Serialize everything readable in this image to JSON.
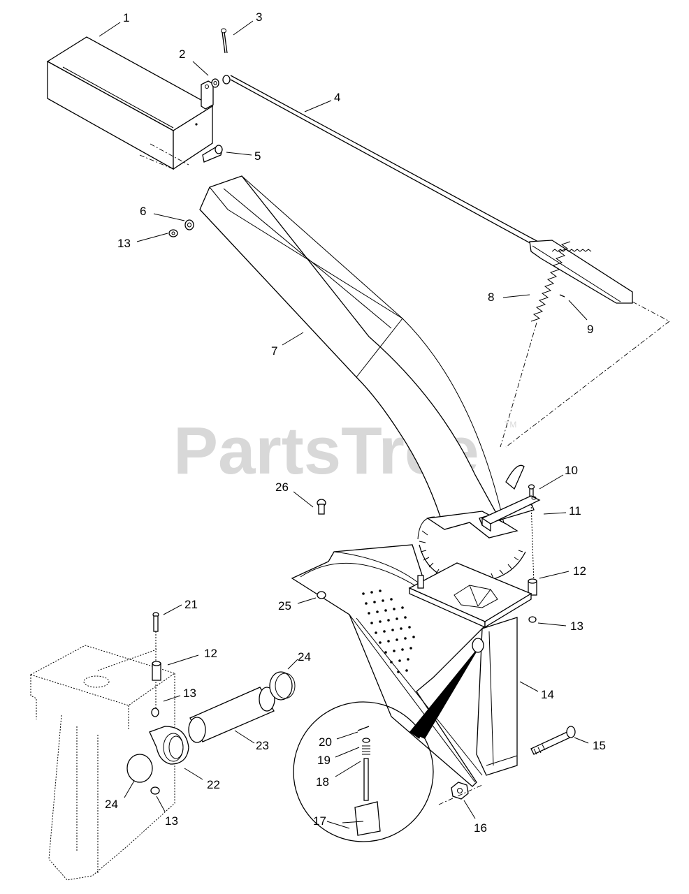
{
  "watermark": {
    "text": "PartsTree",
    "tm": "TM"
  },
  "callouts": [
    {
      "id": "callout-1",
      "label": "1"
    },
    {
      "id": "callout-2",
      "label": "2"
    },
    {
      "id": "callout-3",
      "label": "3"
    },
    {
      "id": "callout-4",
      "label": "4"
    },
    {
      "id": "callout-5",
      "label": "5"
    },
    {
      "id": "callout-6",
      "label": "6"
    },
    {
      "id": "callout-13a",
      "label": "13"
    },
    {
      "id": "callout-7",
      "label": "7"
    },
    {
      "id": "callout-8",
      "label": "8"
    },
    {
      "id": "callout-9",
      "label": "9"
    },
    {
      "id": "callout-10",
      "label": "10"
    },
    {
      "id": "callout-11",
      "label": "11"
    },
    {
      "id": "callout-26",
      "label": "26"
    },
    {
      "id": "callout-12a",
      "label": "12"
    },
    {
      "id": "callout-25",
      "label": "25"
    },
    {
      "id": "callout-13b",
      "label": "13"
    },
    {
      "id": "callout-21",
      "label": "21"
    },
    {
      "id": "callout-12b",
      "label": "12"
    },
    {
      "id": "callout-24a",
      "label": "24"
    },
    {
      "id": "callout-13c",
      "label": "13"
    },
    {
      "id": "callout-14",
      "label": "14"
    },
    {
      "id": "callout-23",
      "label": "23"
    },
    {
      "id": "callout-15",
      "label": "15"
    },
    {
      "id": "callout-20",
      "label": "20"
    },
    {
      "id": "callout-19",
      "label": "19"
    },
    {
      "id": "callout-18",
      "label": "18"
    },
    {
      "id": "callout-22",
      "label": "22"
    },
    {
      "id": "callout-24b",
      "label": "24"
    },
    {
      "id": "callout-13d",
      "label": "13"
    },
    {
      "id": "callout-17",
      "label": "17"
    },
    {
      "id": "callout-16",
      "label": "16"
    }
  ]
}
